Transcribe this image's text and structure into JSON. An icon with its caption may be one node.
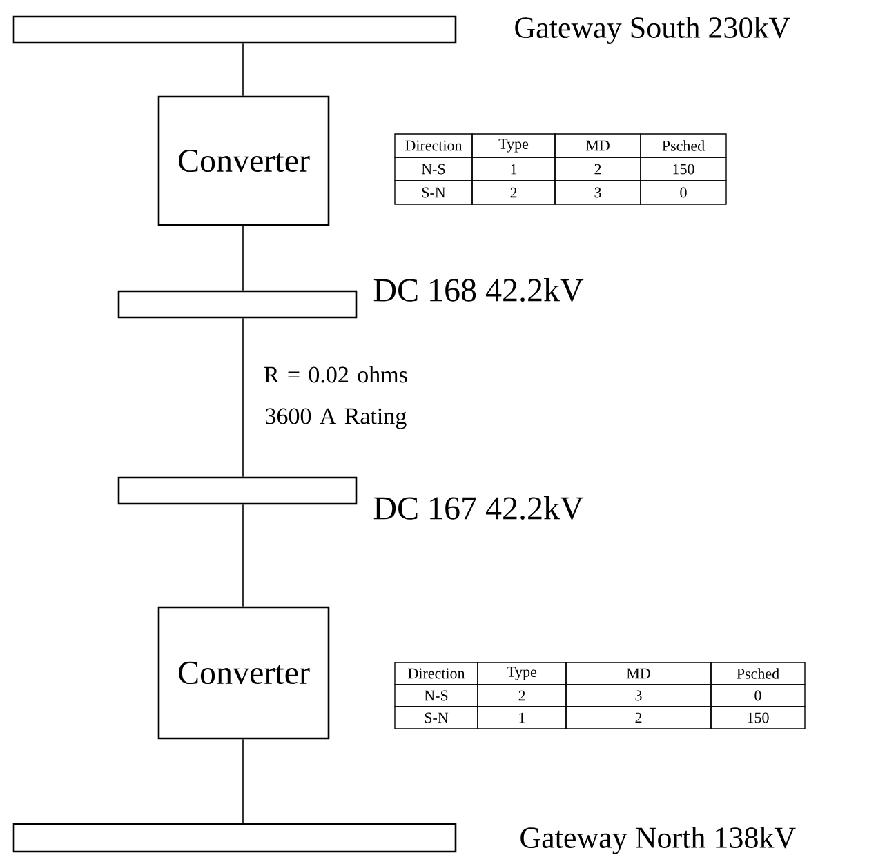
{
  "diagram": {
    "nodes": [
      {
        "text": [],
        "shape": "bar",
        "beside": [
          "Gateway South 230kV"
        ]
      },
      {
        "text": [
          "Converter"
        ]
      },
      {
        "text": [],
        "shape": "bar",
        "beside": [
          "DC 168 42.2kV"
        ]
      },
      {
        "text": [],
        "shape": "bar",
        "beside": [
          "DC 167 42.2kV"
        ]
      },
      {
        "text": [
          "Converter"
        ]
      },
      {
        "text": [],
        "shape": "bar",
        "beside": [
          "Gateway North 138kV"
        ]
      }
    ],
    "edges": [
      {
        "from": 0,
        "to": 1,
        "arrow": "none"
      },
      {
        "from": 1,
        "to": 2,
        "arrow": "none"
      },
      {
        "from": 2,
        "to": 3,
        "arrow": "none",
        "label": "R = 0.02 ohms 3600 A Rating"
      },
      {
        "from": 3,
        "to": 4,
        "arrow": "none"
      },
      {
        "from": 4,
        "to": 5,
        "arrow": "none"
      }
    ],
    "labels": [
      "Direction",
      "Type",
      "MD",
      "Psched",
      "N-S",
      "1",
      "2",
      "150",
      "S-N",
      "2",
      "3",
      "0",
      "Direction",
      "Type",
      "MD",
      "Psched",
      "N-S",
      "2",
      "3",
      "0",
      "S-N",
      "1",
      "2",
      "150"
    ]
  }
}
